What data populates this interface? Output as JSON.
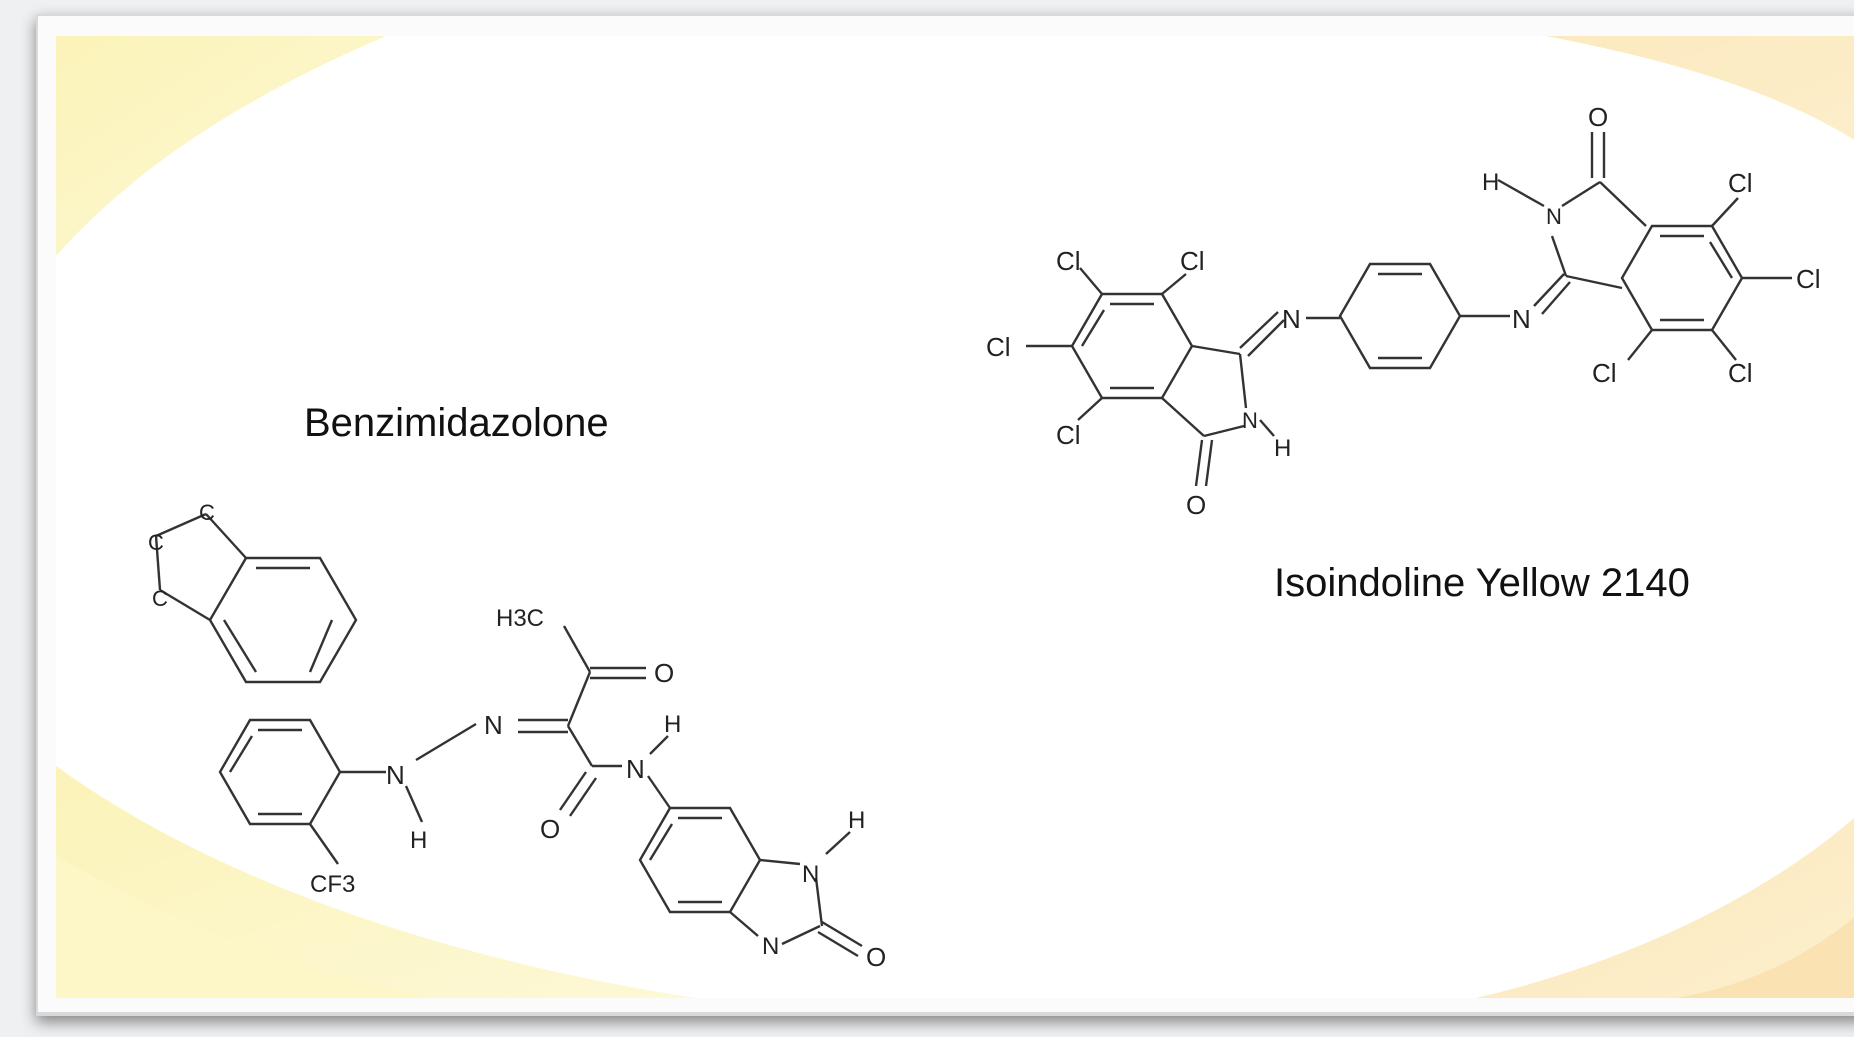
{
  "captions": {
    "left_title": "Benzimidazolone",
    "right_title": "Isoindoline Yellow 2140"
  },
  "benzimidazolone_atoms": {
    "c1": "C",
    "c2": "C",
    "c3": "C",
    "h3c": "H3C",
    "o_keto": "O",
    "n_azo": "N",
    "n_hydrazo": "N",
    "h_hydrazo": "H",
    "n_amide": "N",
    "h_amide": "H",
    "o_amide": "O",
    "cf3": "CF3",
    "n_ring1": "N",
    "h_ring1": "H",
    "n_ring2": "N",
    "o_ring": "O"
  },
  "isoindoline_atoms": {
    "o_top": "O",
    "h_top": "H",
    "n_top": "N",
    "cl_r1": "Cl",
    "cl_r2": "Cl",
    "cl_r3": "Cl",
    "cl_r4": "Cl",
    "n_imine_r": "N",
    "cl_l1": "Cl",
    "cl_l2": "Cl",
    "cl_l3": "Cl",
    "cl_l4": "Cl",
    "n_imine_l": "N",
    "n_bottom": "N",
    "h_bottom": "H",
    "o_bottom": "O"
  },
  "colors": {
    "background_tint": "#fbf5c2",
    "background_tint_right": "#fbe6bf",
    "bond": "#333333"
  }
}
